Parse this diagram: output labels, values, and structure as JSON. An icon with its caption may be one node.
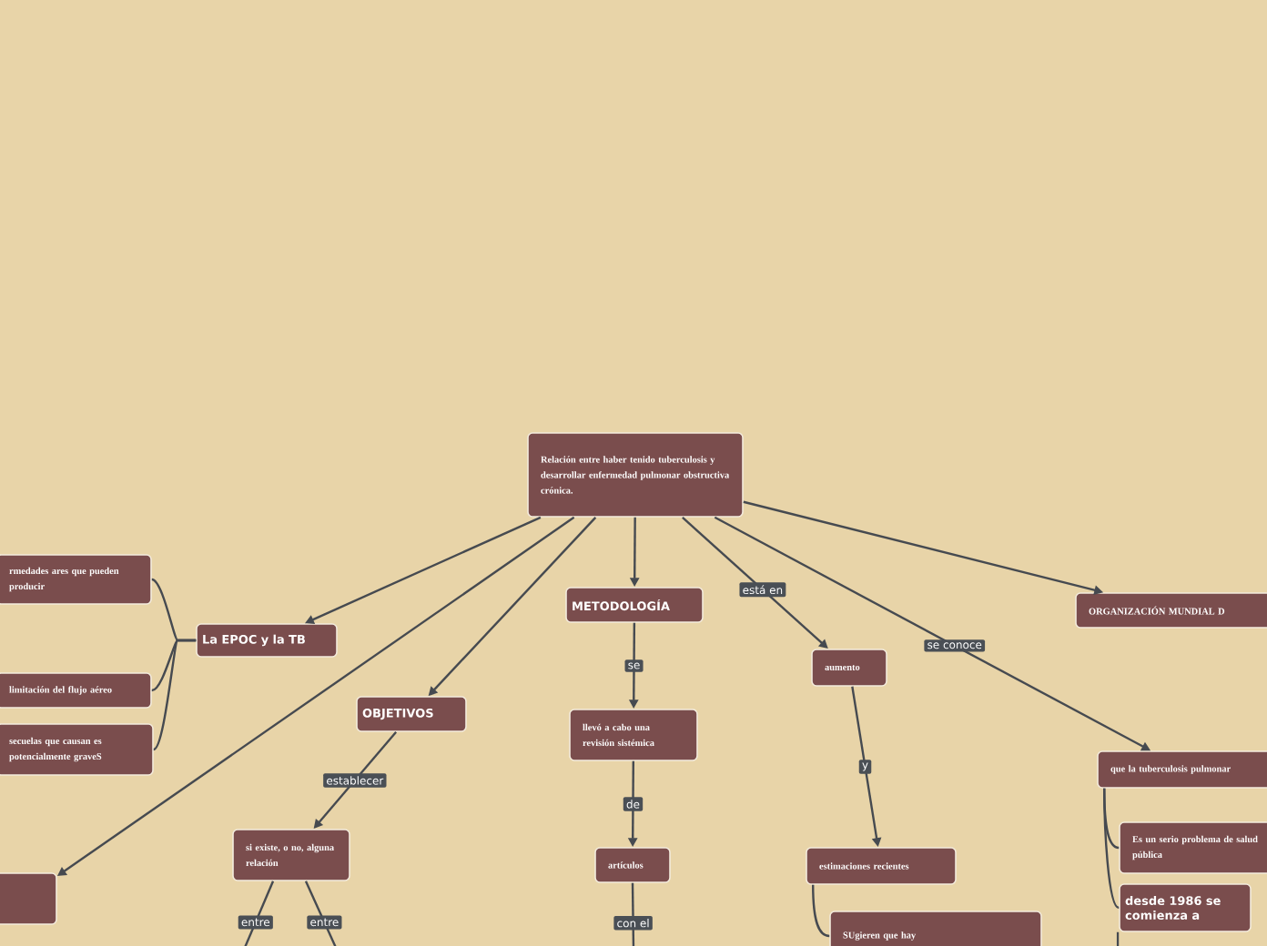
{
  "diagram": {
    "nodes": [
      {
        "text": [
          "Relación entre haber tenido tuberculosis y desarrollar enfermedad pulmonar obstructiva crónica."
        ]
      },
      {
        "text": [
          "La EPOC y la TB"
        ]
      },
      {
        "text": [
          "rmedades ares que pueden producir"
        ]
      },
      {
        "text": [
          "limitación del flujo aéreo"
        ]
      },
      {
        "text": [
          "secuelas que causan es potencialmente graveS"
        ]
      },
      {
        "text": [],
        "shape": "box"
      },
      {
        "text": [
          "OBJETIVOS"
        ]
      },
      {
        "text": [
          "si existe, o no, alguna relación"
        ]
      },
      {
        "text": [
          "METODOLOGÍA"
        ]
      },
      {
        "text": [
          "llevó a cabo una revisión sistémica"
        ]
      },
      {
        "text": [
          "artículos"
        ]
      },
      {
        "text": [
          "aumento"
        ]
      },
      {
        "text": [
          "estimaciones recientes"
        ]
      },
      {
        "text": [
          "SUgieren que hay"
        ]
      },
      {
        "text": [
          "ORGANIZACIÓN MUNDIAL D"
        ]
      },
      {
        "text": [
          "que la tuberculosis pulmonar"
        ]
      },
      {
        "text": [
          "Es un serio problema de salud pública"
        ]
      },
      {
        "text": [
          "desde 1986 se comienza a"
        ]
      }
    ],
    "edges": [
      {
        "from": 0,
        "to": 1,
        "arrow": "to"
      },
      {
        "from": 0,
        "to": 5,
        "arrow": "to"
      },
      {
        "from": 0,
        "to": 6,
        "arrow": "to"
      },
      {
        "from": 0,
        "to": 8,
        "arrow": "to"
      },
      {
        "from": 0,
        "to": 11,
        "arrow": "to",
        "label": "está en"
      },
      {
        "from": 0,
        "to": 15,
        "arrow": "to",
        "label": "se conoce"
      },
      {
        "from": 0,
        "to": 14,
        "arrow": "to"
      },
      {
        "from": 1,
        "to": 2,
        "arrow": "none"
      },
      {
        "from": 1,
        "to": 3,
        "arrow": "none"
      },
      {
        "from": 1,
        "to": 4,
        "arrow": "none"
      },
      {
        "from": 6,
        "to": 7,
        "arrow": "to",
        "label": "establecer"
      },
      {
        "from": 7,
        "to": null,
        "arrow": "none",
        "label": "entre"
      },
      {
        "from": 7,
        "to": null,
        "arrow": "none",
        "label": "entre"
      },
      {
        "from": 8,
        "to": 9,
        "arrow": "to",
        "label": "se"
      },
      {
        "from": 9,
        "to": 10,
        "arrow": "to",
        "label": "de"
      },
      {
        "from": 10,
        "to": null,
        "arrow": "none",
        "label": "con el"
      },
      {
        "from": 11,
        "to": 12,
        "arrow": "to",
        "label": "y"
      },
      {
        "from": 12,
        "to": 13,
        "arrow": "none"
      },
      {
        "from": 15,
        "to": 16,
        "arrow": "none"
      },
      {
        "from": 15,
        "to": 17,
        "arrow": "none"
      },
      {
        "from": 17,
        "to": null,
        "arrow": "none"
      }
    ]
  }
}
